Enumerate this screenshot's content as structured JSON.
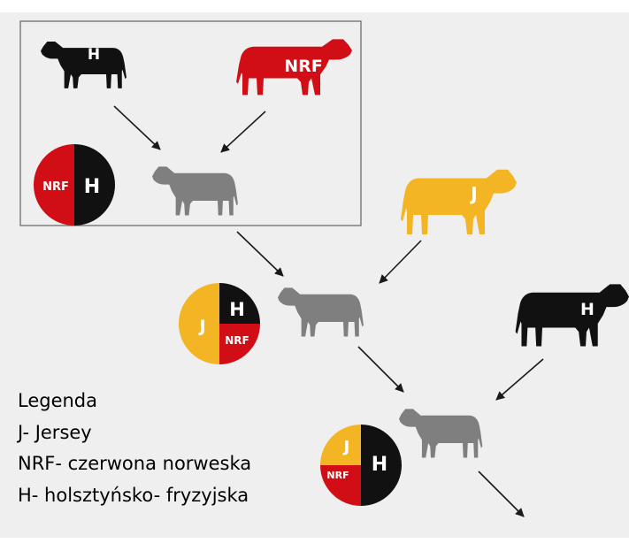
{
  "colors": {
    "background_band": "#efefef",
    "holstein": "#111111",
    "nrf": "#d10e16",
    "jersey": "#f4b524",
    "crossbred": "#7f7f7f",
    "frame": "#6c6c6c",
    "arrow": "#1a1a1a"
  },
  "animals": {
    "holstein_parent": {
      "label": "H",
      "icon": "cow-icon",
      "color": "#111111"
    },
    "nrf_parent": {
      "label": "NRF",
      "icon": "cow-icon",
      "color": "#d10e16"
    },
    "gen1_cross": {
      "icon": "cow-icon",
      "color": "#7f7f7f"
    },
    "jersey_parent": {
      "label": "J",
      "icon": "cow-icon",
      "color": "#f4b524"
    },
    "gen2_cross": {
      "icon": "cow-icon",
      "color": "#7f7f7f"
    },
    "holstein_parent_2": {
      "label": "H",
      "icon": "cow-icon",
      "color": "#111111"
    },
    "gen3_cross": {
      "icon": "cow-icon",
      "color": "#7f7f7f"
    }
  },
  "composition_circles": {
    "gen1": {
      "nrf_label": "NRF",
      "h_label": "H",
      "shares": {
        "NRF": 0.5,
        "H": 0.5
      }
    },
    "gen2": {
      "j_label": "J",
      "h_label": "H",
      "nrf_label": "NRF",
      "shares": {
        "J": 0.5,
        "H": 0.25,
        "NRF": 0.25
      }
    },
    "gen3": {
      "j_label": "J",
      "nrf_label": "NRF",
      "h_label": "H",
      "shares": {
        "H": 0.5,
        "J": 0.25,
        "NRF": 0.25
      }
    }
  },
  "legend": {
    "title": "Legenda",
    "items": [
      "J- Jersey",
      "NRF- czerwona norweska",
      "H- holsztyńsko- fryzyjska"
    ]
  }
}
